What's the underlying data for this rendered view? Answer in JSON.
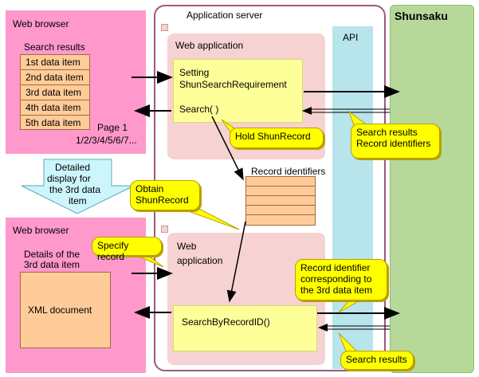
{
  "browser_top": {
    "title": "Web browser",
    "list_title": "Search results",
    "items": [
      "1st data item",
      "2nd data item",
      "3rd data item",
      "4th data item",
      "5th data item"
    ],
    "page_label": "Page 1",
    "page_numbers": "1/2/3/4/5/6/7..."
  },
  "detail_arrow_label": [
    "Detailed",
    "display for",
    "the 3rd data",
    "item"
  ],
  "browser_bottom": {
    "title": "Web browser",
    "details_label": [
      "Details of the",
      "3rd data item"
    ],
    "xml_label": "XML document"
  },
  "app_server": {
    "title": "Application server",
    "webapp_top_title": "Web application",
    "setting_lines": [
      "Setting",
      "ShunSearchRequirement"
    ],
    "search_call": "Search( )",
    "webapp_bottom_title": [
      "Web",
      "application"
    ],
    "search_by_id": "SearchByRecordID()"
  },
  "api_label": "API",
  "shunsaku_label": "Shunsaku",
  "record_identifiers_label": "Record identifiers",
  "callouts": {
    "hold": "Hold ShunRecord",
    "results_ids": [
      "Search results",
      "Record identifiers"
    ],
    "obtain": [
      "Obtain",
      "ShunRecord"
    ],
    "specify": "Specify record",
    "record_id_3rd": [
      "Record identifier",
      "corresponding to",
      "the 3rd data item"
    ],
    "search_results": "Search results"
  },
  "colors": {
    "browser": "#ff99cc",
    "webapp": "#f7d2d2",
    "api": "#b8e4ec",
    "shunsaku": "#b6d99a",
    "method_box": "#ffff99",
    "list_box": "#ffcc99",
    "callout": "#ffff00",
    "detail_arrow": "#ccf6fc"
  }
}
